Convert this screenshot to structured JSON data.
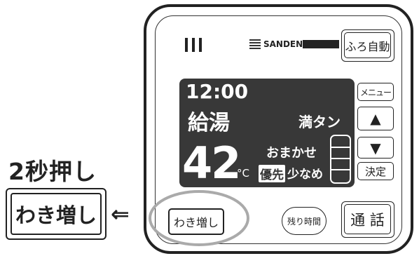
{
  "instruction": {
    "text": "2秒押し",
    "button_label": "わき増し",
    "arrow": "⇐"
  },
  "remote": {
    "brand": "SANDEN",
    "buttons": {
      "furo_auto": "ふろ自動",
      "menu": "メニュー",
      "up": "▲",
      "down": "▼",
      "confirm": "決定",
      "wakimashi": "わき増し",
      "remaining_time": "残り時間",
      "talk": "通 話"
    },
    "display": {
      "time": "12:00",
      "mode": "給湯",
      "status": "満タン",
      "temperature": "42",
      "unit": "°C",
      "omakase": "おまかせ",
      "yusen": "優先",
      "sukuname": "少なめ"
    }
  }
}
